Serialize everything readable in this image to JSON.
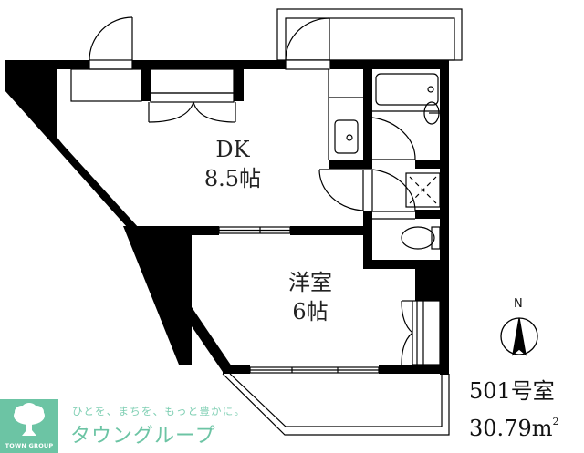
{
  "floor_plan": {
    "rooms": [
      {
        "id": "dk",
        "name": "DK",
        "size": "8.5帖"
      },
      {
        "id": "yoshitsu",
        "name": "洋室",
        "size": "6帖"
      }
    ],
    "fixtures": [
      "bathtub",
      "washbasin",
      "kitchen-sink",
      "washing-machine-space",
      "toilet",
      "closet",
      "storage"
    ],
    "compass": {
      "label": "N"
    }
  },
  "unit": {
    "number": "501号室",
    "area_value": "30.79m",
    "area_sup": "2"
  },
  "branding": {
    "logo_text": "TOWN GROUP",
    "tagline": "ひとを、まちを、もっと豊かに。",
    "company_name": "タウングループ",
    "brand_color": "#6cc4a4"
  }
}
